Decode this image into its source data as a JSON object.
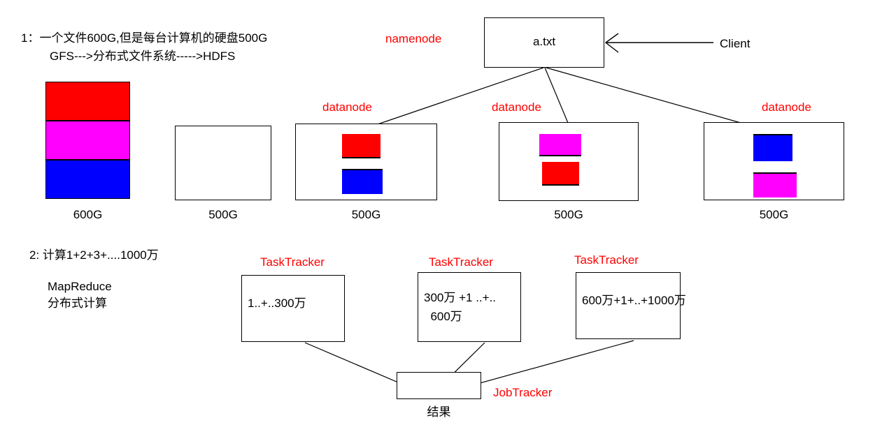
{
  "notes": {
    "item1_line1": "1：一个文件600G,但是每台计算机的硬盘500G",
    "item1_line2": "GFS--->分布式文件系统----->HDFS",
    "item2_line1": "2: 计算1+2+3+....1000万",
    "item2_line2": "MapReduce",
    "item2_line3": "分布式计算"
  },
  "colors": {
    "red": "#ff0000",
    "magenta": "#ff00ff",
    "blue": "#0000ff",
    "label_red": "#ff0000",
    "stroke": "#000000"
  },
  "hdfs": {
    "namenode_label": "namenode",
    "namenode_file": "a.txt",
    "client_label": "Client",
    "source_file": {
      "caption": "600G",
      "blocks": [
        {
          "name": "block-red",
          "color": "#ff0000"
        },
        {
          "name": "block-magenta",
          "color": "#ff00ff"
        },
        {
          "name": "block-blue",
          "color": "#0000ff"
        }
      ]
    },
    "datanodes": [
      {
        "label": "",
        "caption": "500G",
        "blocks": []
      },
      {
        "label": "datanode",
        "caption": "500G",
        "blocks": [
          "#ff0000",
          "#0000ff"
        ]
      },
      {
        "label": "datanode",
        "caption": "500G",
        "blocks": [
          "#ff00ff",
          "#ff0000"
        ]
      },
      {
        "label": "datanode",
        "caption": "500G",
        "blocks": [
          "#0000ff",
          "#ff00ff"
        ]
      }
    ]
  },
  "mapreduce": {
    "tasktracker_label": "TaskTracker",
    "jobtracker_label": "JobTracker",
    "result_caption": "结果",
    "tasktrackers": [
      {
        "label": "TaskTracker",
        "text": "1..+..300万"
      },
      {
        "label": "TaskTracker",
        "text": "300万 +1 ..+..\n  600万"
      },
      {
        "label": "TaskTracker",
        "text": "600万+1+..+1000万"
      }
    ]
  }
}
